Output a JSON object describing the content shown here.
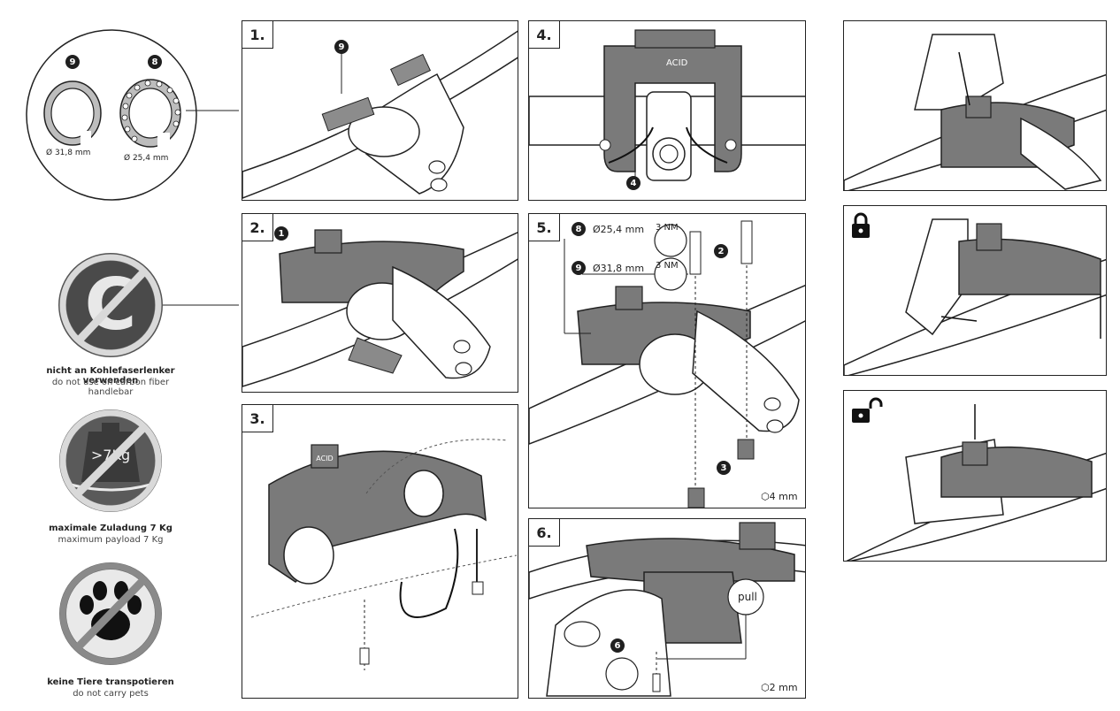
{
  "callouts": {
    "c9": "9",
    "c8": "8",
    "c1": "1",
    "c4": "4",
    "c2": "2",
    "c3": "3",
    "c6": "6"
  },
  "rings": {
    "ring9_label": "Ø 31,8 mm",
    "ring8_label": "Ø 25,4 mm"
  },
  "warnings": [
    {
      "de": "nicht an Kohlefaserlenker verwenden",
      "en": "do not use on carbon fiber handlebar",
      "icon": "no-carbon-icon"
    },
    {
      "de": "maximale Zuladung 7 Kg",
      "en": "maximum payload 7 Kg",
      "icon": "no-overweight-icon",
      "weight": ">7Kg"
    },
    {
      "de": "keine Tiere transpotieren",
      "en": "do not carry pets",
      "icon": "no-pets-icon"
    }
  ],
  "steps": {
    "s1": "1.",
    "s2": "2.",
    "s3": "3.",
    "s4": "4.",
    "s5": "5.",
    "s6": "6."
  },
  "step5": {
    "d1": "Ø25,4 mm",
    "d2": "Ø31,8 mm",
    "torque": "3 NM",
    "tool": "⬡4 mm"
  },
  "step6": {
    "pull": "pull",
    "tool": "⬡2 mm"
  },
  "brand": "ACID"
}
